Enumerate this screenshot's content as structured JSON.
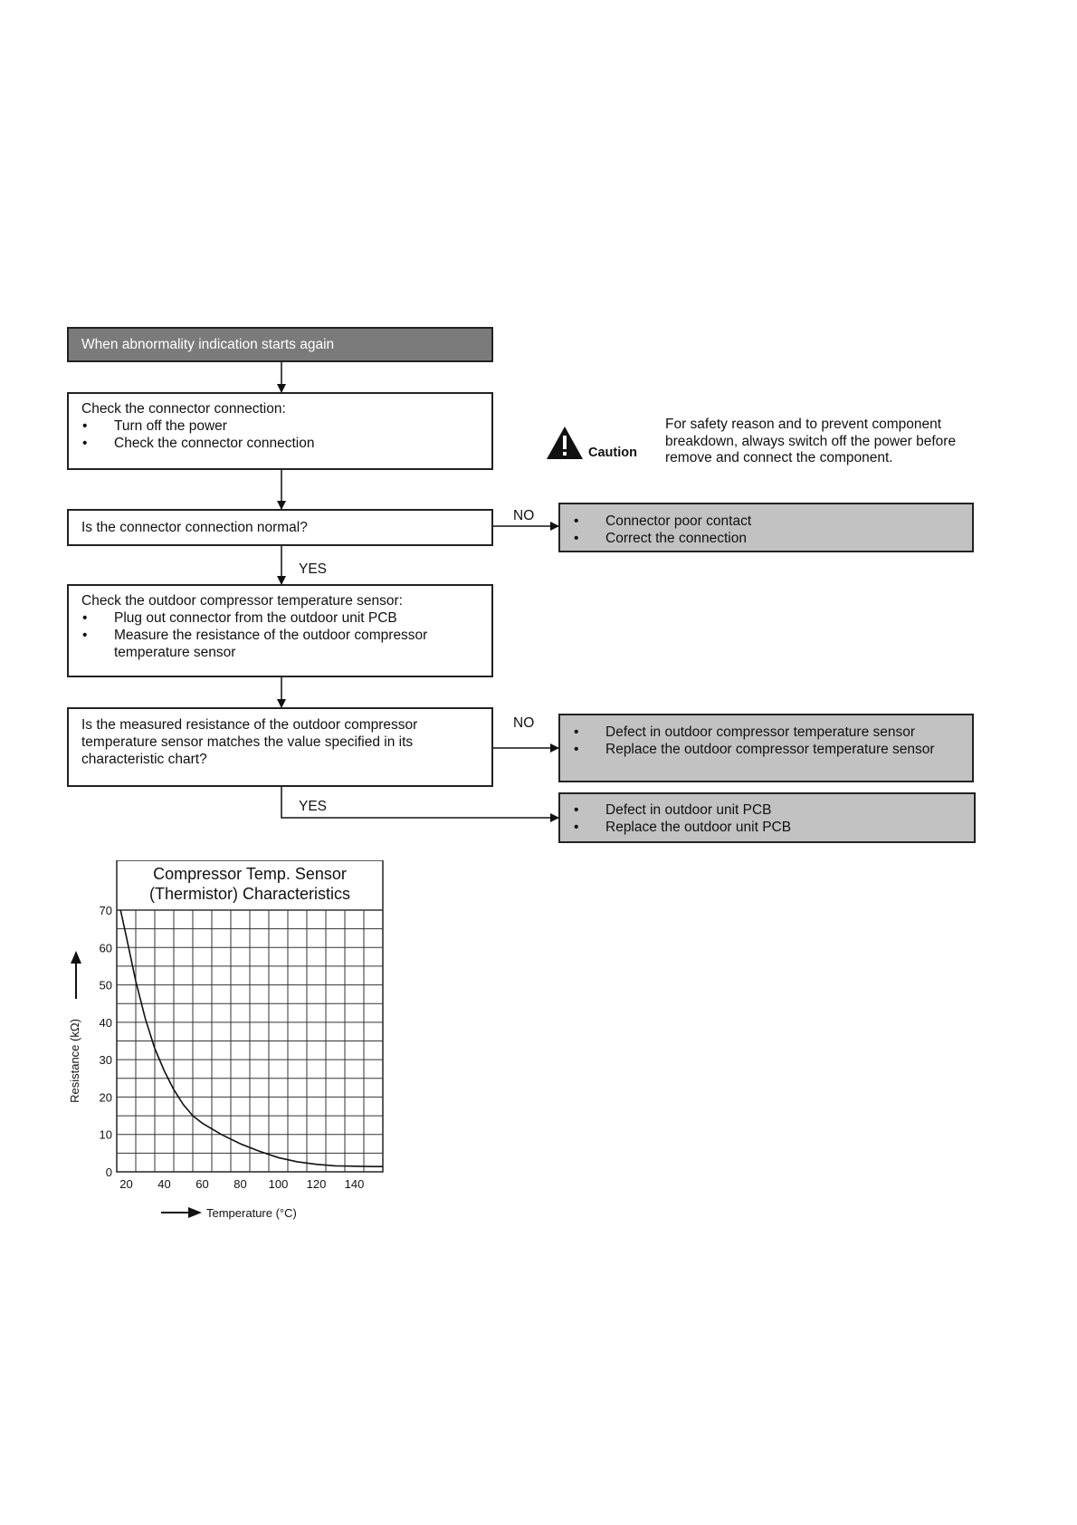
{
  "flow": {
    "start": "When abnormality indication starts again",
    "step1": {
      "title": "Check the connector connection:",
      "items": [
        "Turn off the power",
        "Check the connector connection"
      ]
    },
    "decision1": "Is the connector connection normal?",
    "decision1_no": "NO",
    "decision1_yes": "YES",
    "result1": [
      "Connector poor contact",
      "Correct the connection"
    ],
    "step2": {
      "title": "Check the outdoor compressor temperature sensor:",
      "items": [
        "Plug out connector from the outdoor unit PCB",
        "Measure the resistance of the outdoor compressor temperature sensor"
      ]
    },
    "decision2": "Is the measured resistance of the outdoor compressor temperature sensor matches the value specified in its characteristic chart?",
    "decision2_no": "NO",
    "decision2_yes": "YES",
    "result2": [
      "Defect in outdoor compressor temperature sensor",
      "Replace the outdoor compressor temperature sensor"
    ],
    "result3": [
      "Defect in outdoor unit PCB",
      "Replace the outdoor unit PCB"
    ]
  },
  "caution": {
    "label": "Caution",
    "text": "For safety reason and to prevent component breakdown, always switch off the power before remove and connect the component.",
    "icon": "warning-triangle-icon"
  },
  "chart_data": {
    "type": "line",
    "title": "Compressor Temp. Sensor (Thermistor) Characteristics",
    "title_lines": [
      "Compressor Temp. Sensor",
      "(Thermistor) Characteristics"
    ],
    "xlabel": "Temperature (°C)",
    "ylabel": "Resistance (kΩ)",
    "xlim": [
      15,
      155
    ],
    "ylim": [
      0,
      70
    ],
    "xticks": [
      20,
      40,
      60,
      80,
      100,
      120,
      140
    ],
    "yticks": [
      0,
      10,
      20,
      30,
      40,
      50,
      60,
      70
    ],
    "grid": true,
    "x": [
      17,
      20,
      25,
      30,
      35,
      40,
      45,
      50,
      55,
      60,
      70,
      80,
      90,
      100,
      110,
      120,
      130,
      140,
      150,
      155
    ],
    "y": [
      70,
      63,
      51,
      41,
      33,
      27,
      22,
      18,
      15,
      13,
      10,
      7.5,
      5.5,
      3.8,
      2.7,
      2.0,
      1.6,
      1.5,
      1.4,
      1.4
    ]
  }
}
